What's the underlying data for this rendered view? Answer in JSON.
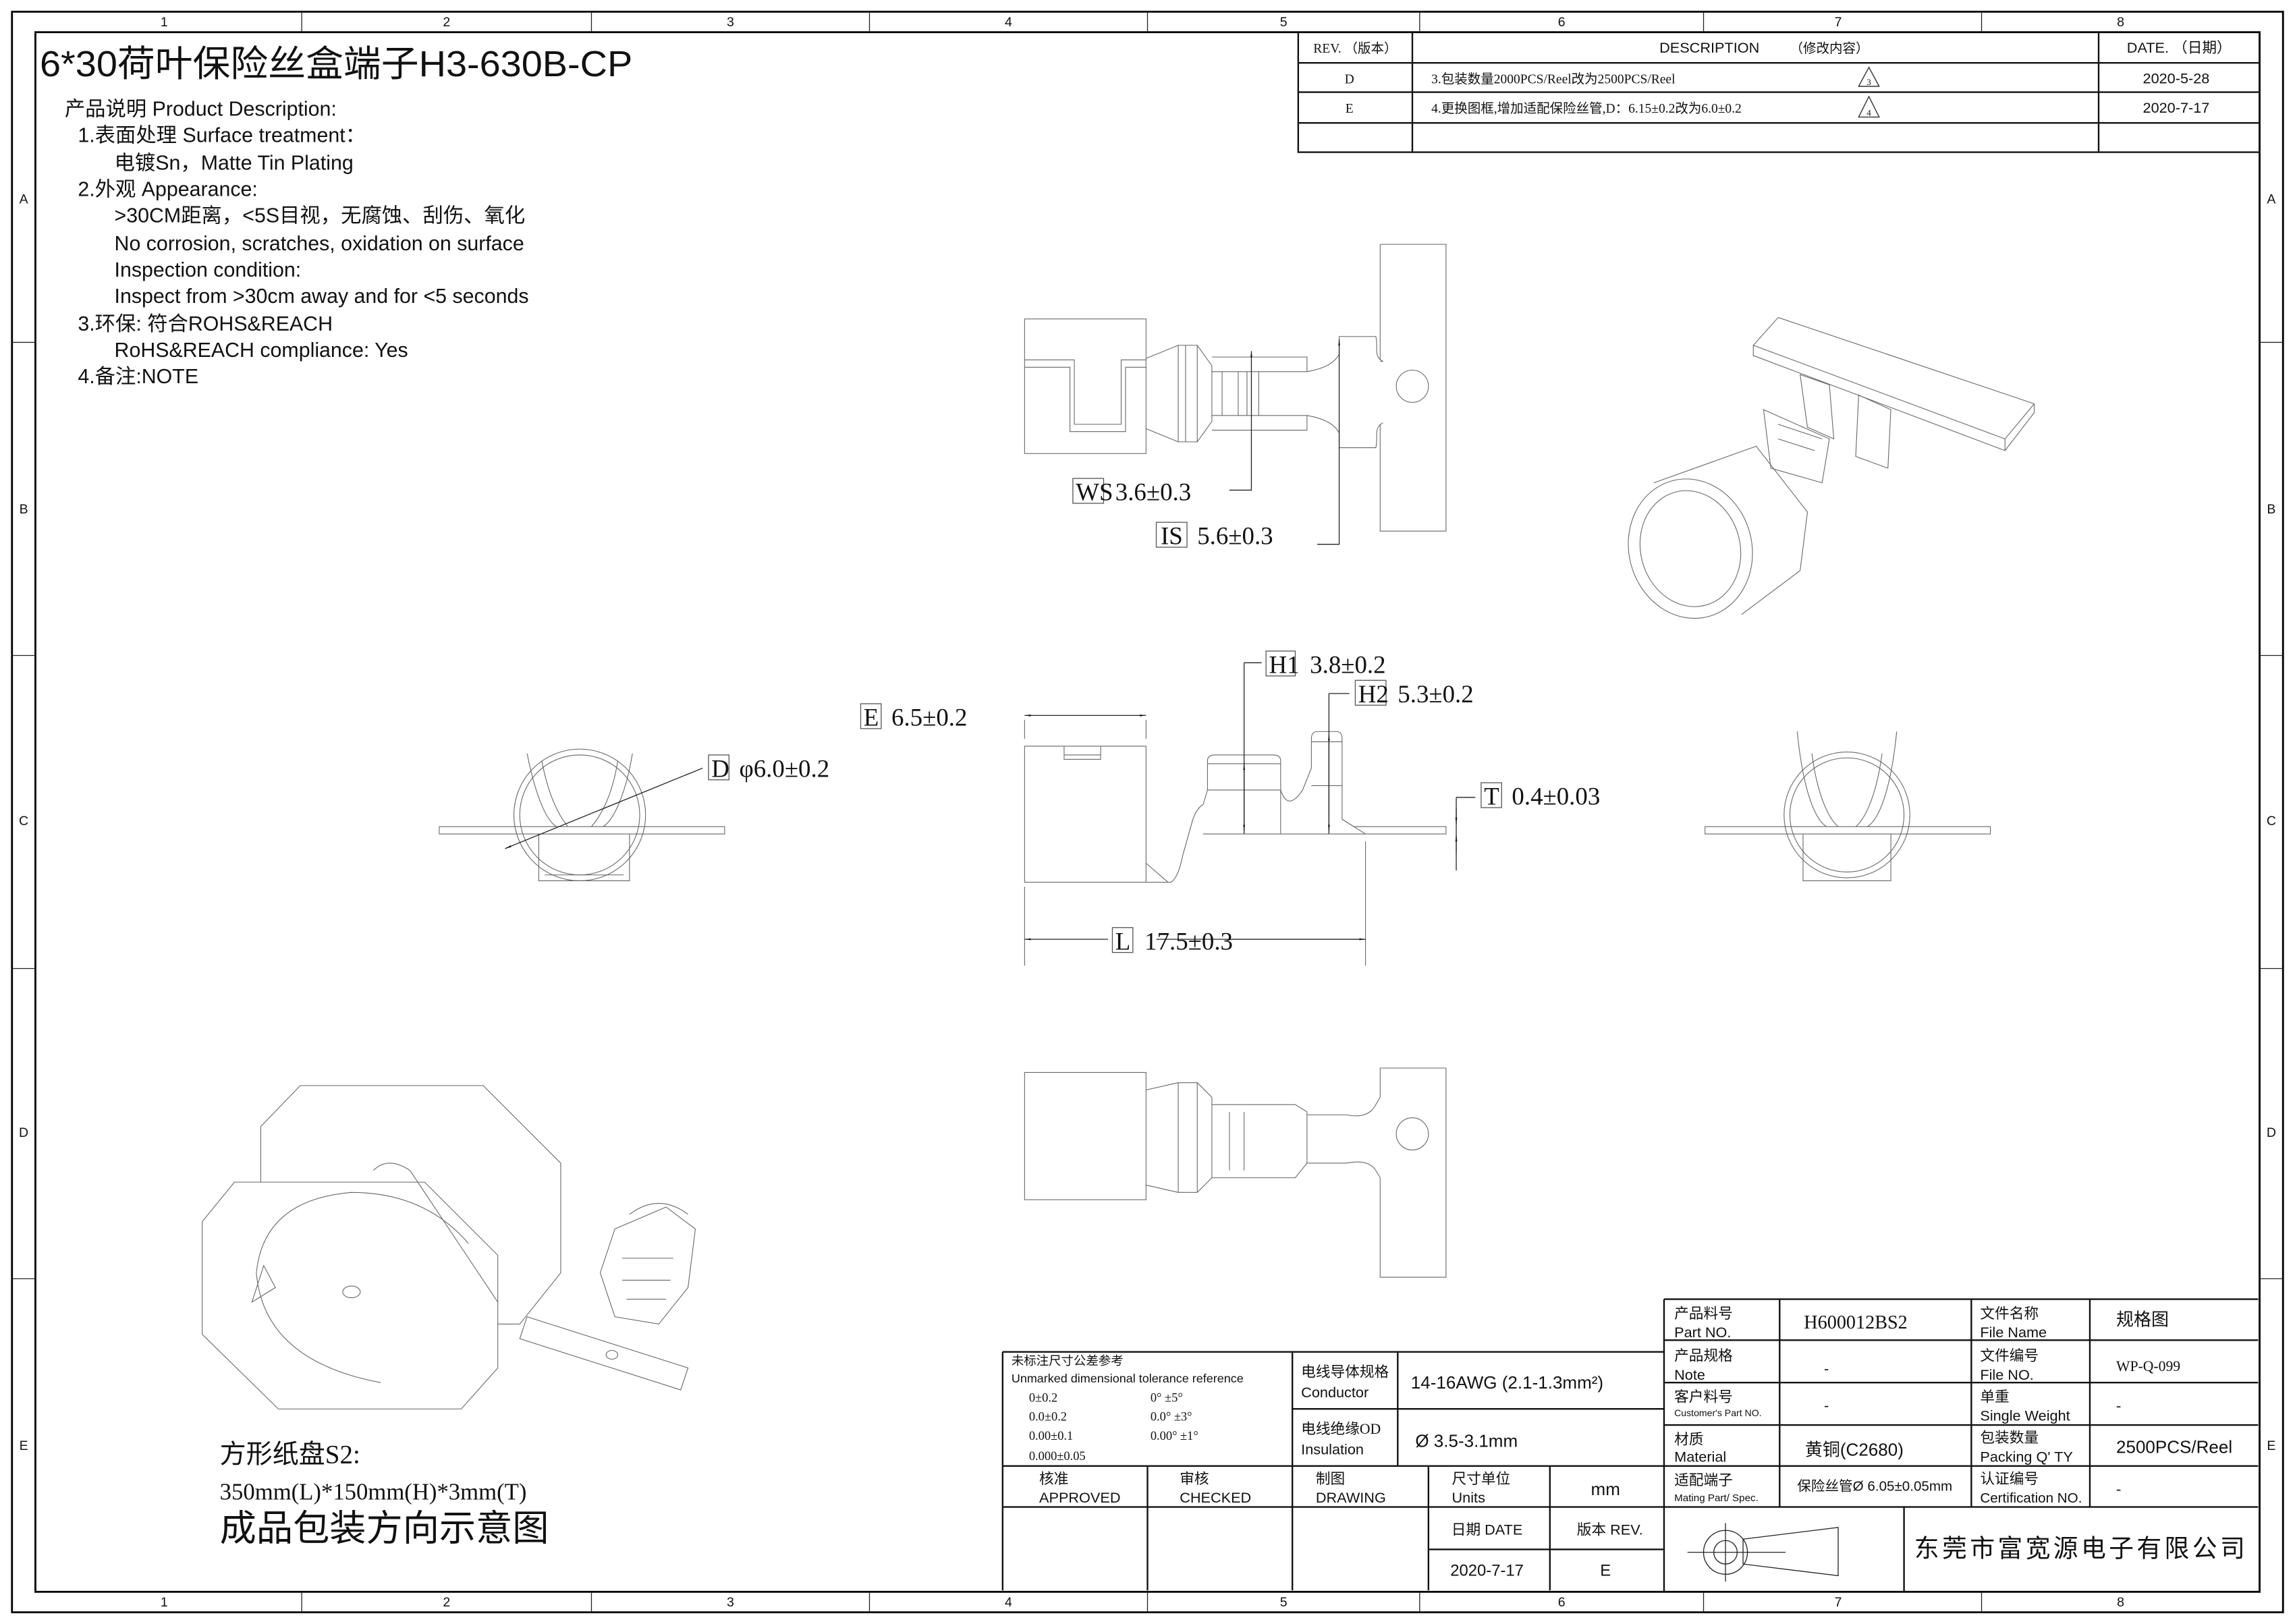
{
  "frame": {
    "columns": [
      "1",
      "2",
      "3",
      "4",
      "5",
      "6",
      "7",
      "8"
    ],
    "rows": [
      "A",
      "B",
      "C",
      "D",
      "E"
    ]
  },
  "title": "6*30荷叶保险丝盒端子H3-630B-CP",
  "description": {
    "heading": "产品说明 Product Description:",
    "lines": [
      "1.表面处理 Surface treatment：",
      "电镀Sn，Matte Tin Plating",
      "2.外观 Appearance:",
      ">30CM距离，<5S目视，无腐蚀、刮伤、氧化",
      "No corrosion, scratches, oxidation on surface",
      "Inspection condition:",
      "Inspect from >30cm away and for <5 seconds",
      "3.环保:  符合ROHS&REACH",
      "RoHS&REACH compliance: Yes",
      "4.备注:NOTE"
    ]
  },
  "revisions": {
    "headers": {
      "rev": "REV. （版本）",
      "description": "DESCRIPTION",
      "description_cn": "（修改内容）",
      "date": "DATE. （日期）"
    },
    "rows": [
      {
        "rev": "D",
        "description": "3.包装数量2000PCS/Reel改为2500PCS/Reel",
        "mark": "3",
        "date": "2020-5-28"
      },
      {
        "rev": "E",
        "description": "4.更换图框,增加适配保险丝管,D：6.15±0.2改为6.0±0.2",
        "mark": "4",
        "date": "2020-7-17"
      }
    ]
  },
  "dimensions": {
    "ws": {
      "label": "WS",
      "value": "3.6±0.3"
    },
    "is": {
      "label": "IS",
      "value": "5.6±0.3"
    },
    "h1": {
      "label": "H1",
      "value": "3.8±0.2"
    },
    "h2": {
      "label": "H2",
      "value": "5.3±0.2"
    },
    "e": {
      "label": "E",
      "value": "6.5±0.2"
    },
    "d": {
      "label": "D",
      "value": "φ6.0±0.2"
    },
    "t": {
      "label": "T",
      "value": "0.4±0.03"
    },
    "l": {
      "label": "L",
      "value": "17.5±0.3"
    }
  },
  "packaging": {
    "line1": "方形纸盘S2:",
    "line2": "350mm(L)*150mm(H)*3mm(T)",
    "caption": "成品包装方向示意图"
  },
  "tolerance": {
    "title_cn": "未标注尺寸公差参考",
    "title_en": "Unmarked dimensional tolerance reference",
    "linear": [
      "0±0.2",
      "0.0±0.2",
      "0.00±0.1",
      "0.000±0.05"
    ],
    "angular": [
      "0°  ±5°",
      "0.0°  ±3°",
      "0.00°  ±1°"
    ]
  },
  "wire": {
    "conductor_cn": "电线导体规格",
    "conductor_en": "Conductor",
    "conductor_value": "14-16AWG (2.1-1.3mm²)",
    "insulation_cn": "电线绝缘OD",
    "insulation_en": "Insulation",
    "insulation_value": "Ø 3.5-3.1mm"
  },
  "signoff": {
    "approved_cn": "核准",
    "approved_en": "APPROVED",
    "checked_cn": "审核",
    "checked_en": "CHECKED",
    "drawing_cn": "制图",
    "drawing_en": "DRAWING",
    "units_cn": "尺寸单位",
    "units_en": "Units",
    "units_value": "mm",
    "date_label": "日期  DATE",
    "rev_label": "版本  REV.",
    "date_value": "2020-7-17",
    "rev_value": "E"
  },
  "info": {
    "part_no_cn": "产品料号",
    "part_no_en": "Part NO.",
    "part_no": "H600012BS2",
    "note_cn": "产品规格",
    "note_en": "Note",
    "note": "-",
    "customer_cn": "客户料号",
    "customer_en": "Customer's Part NO.",
    "customer": "-",
    "material_cn": "材质",
    "material_en": "Material",
    "material": "黄铜(C2680)",
    "mating_cn": "适配端子",
    "mating_en": "Mating Part/ Spec.",
    "mating": "保险丝管Ø 6.05±0.05mm",
    "file_name_cn": "文件名称",
    "file_name_en": "File Name",
    "file_name": "规格图",
    "file_no_cn": "文件编号",
    "file_no_en": "File NO.",
    "file_no": "WP-Q-099",
    "weight_cn": "单重",
    "weight_en": "Single Weight",
    "weight": "-",
    "packing_cn": "包装数量",
    "packing_en": "Packing Q' TY",
    "packing": "2500PCS/Reel",
    "cert_cn": "认证编号",
    "cert_en": "Certification NO.",
    "cert": "-",
    "company": "东莞市富宽源电子有限公司"
  }
}
